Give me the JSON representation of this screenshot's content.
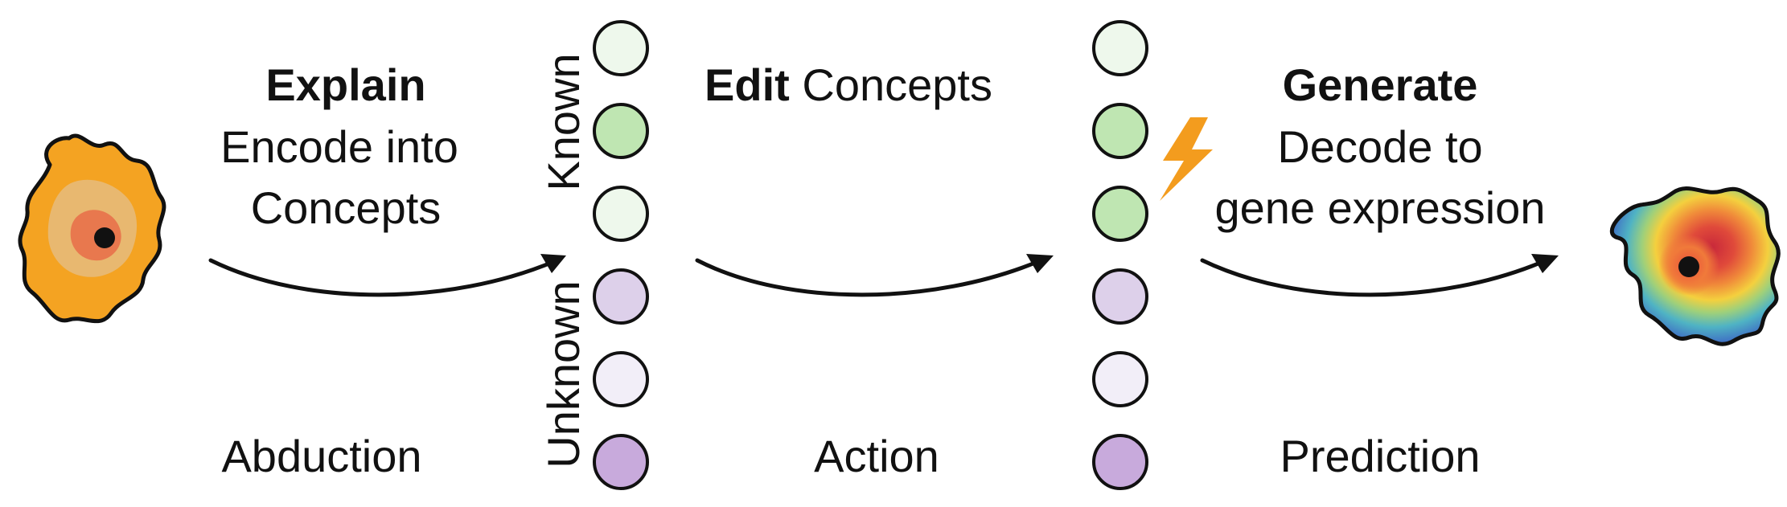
{
  "labels": {
    "explain_bold": "Explain",
    "explain_line1": "Encode into",
    "explain_line2": "Concepts",
    "edit_bold": "Edit",
    "edit_rest": " Concepts",
    "generate_bold": "Generate",
    "generate_line1": "Decode to",
    "generate_line2": "gene expression",
    "known": "Known",
    "unknown": "Unknown",
    "abduction": "Abduction",
    "action": "Action",
    "prediction": "Prediction"
  },
  "concepts_before": [
    {
      "group": "known",
      "color": "#eef8ec"
    },
    {
      "group": "known",
      "color": "#bfe6b2"
    },
    {
      "group": "known",
      "color": "#eef8ec"
    },
    {
      "group": "unknown",
      "color": "#ddd0ea"
    },
    {
      "group": "unknown",
      "color": "#f2eef8"
    },
    {
      "group": "unknown",
      "color": "#c8aadc"
    }
  ],
  "concepts_after": [
    {
      "group": "known",
      "color": "#eef8ec"
    },
    {
      "group": "known",
      "color": "#bfe6b2"
    },
    {
      "group": "known",
      "color": "#bfe6b2"
    },
    {
      "group": "unknown",
      "color": "#ddd0ea"
    },
    {
      "group": "unknown",
      "color": "#f2eef8"
    },
    {
      "group": "unknown",
      "color": "#c8aadc"
    }
  ],
  "colors": {
    "input_cell_outer": "#f4a322",
    "input_cell_middle": "#e8b870",
    "input_cell_inner": "#e8784e",
    "nucleus": "#111111",
    "lightning": "#f39c1e",
    "output_cell_outer": "#3a4fb8",
    "output_cell_red": "#d8343c"
  },
  "icons": {
    "input_cell": "cell-icon",
    "output_cell": "cell-heatmap-icon",
    "edit_marker": "lightning-bolt-icon"
  }
}
